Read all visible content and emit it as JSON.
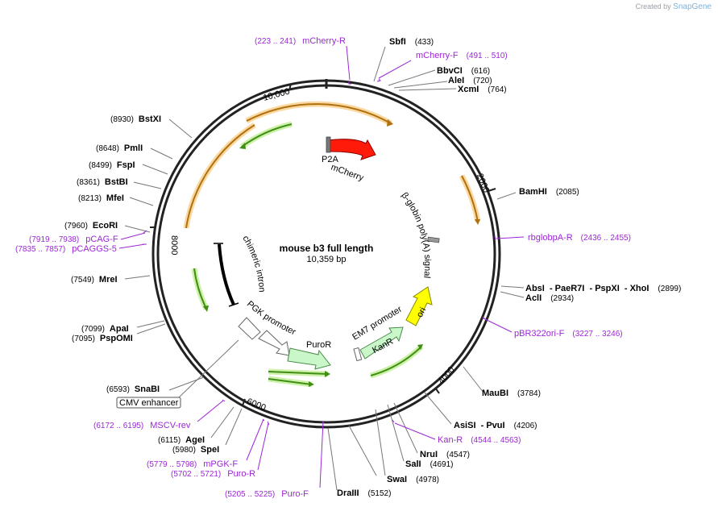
{
  "credit": {
    "prefix": "Created by",
    "brand": "SnapGene"
  },
  "plasmid": {
    "name": "mouse b3 full length",
    "size": "10,359 bp"
  },
  "ticks": [
    {
      "label": "10,000"
    },
    {
      "label": "2000"
    },
    {
      "label": "4000"
    },
    {
      "label": "6000"
    },
    {
      "label": "8000"
    }
  ],
  "features": {
    "p2a": "P2A",
    "mcherry": "mCherry",
    "bglobin": "β-globin poly(A) signal",
    "chimeric": "chimeric intron",
    "pgk": "PGK promoter",
    "puror": "PuroR",
    "em7": "EM7 promoter",
    "kanr": "KanR",
    "ori": "ori",
    "cmv": "CMV enhancer"
  },
  "enzymes": [
    {
      "name": "SbfI",
      "pos": "(433)"
    },
    {
      "name": "BbvCI",
      "pos": "(616)"
    },
    {
      "name": "AleI",
      "pos": "(720)"
    },
    {
      "name": "XcmI",
      "pos": "(764)"
    },
    {
      "name": "BamHI",
      "pos": "(2085)"
    },
    {
      "name": "AbsI  - PaeR7I  - PspXI  - XhoI",
      "pos": "(2899)"
    },
    {
      "name": "AclI",
      "pos": "(2934)"
    },
    {
      "name": "MauBI",
      "pos": "(3784)"
    },
    {
      "name": "AsiSI  - PvuI",
      "pos": "(4206)"
    },
    {
      "name": "NruI",
      "pos": "(4547)"
    },
    {
      "name": "SalI",
      "pos": "(4691)"
    },
    {
      "name": "SwaI",
      "pos": "(4978)"
    },
    {
      "name": "DraIII",
      "pos": "(5152)"
    },
    {
      "name": "SpeI",
      "pos": "(5980)"
    },
    {
      "name": "AgeI",
      "pos": "(6115)"
    },
    {
      "name": "SnaBI",
      "pos": "(6593)"
    },
    {
      "name": "PspOMI",
      "pos": "(7095)"
    },
    {
      "name": "ApaI",
      "pos": "(7099)"
    },
    {
      "name": "MreI",
      "pos": "(7549)"
    },
    {
      "name": "EcoRI",
      "pos": "(7960)"
    },
    {
      "name": "MfeI",
      "pos": "(8213)"
    },
    {
      "name": "BstBI",
      "pos": "(8361)"
    },
    {
      "name": "FspI",
      "pos": "(8499)"
    },
    {
      "name": "PmlI",
      "pos": "(8648)"
    },
    {
      "name": "BstXI",
      "pos": "(8930)"
    }
  ],
  "primers": [
    {
      "name": "mCherry-R",
      "pos": "(223 .. 241)"
    },
    {
      "name": "mCherry-F",
      "pos": "(491 .. 510)"
    },
    {
      "name": "rbglobpA-R",
      "pos": "(2436 .. 2455)"
    },
    {
      "name": "pBR322ori-F",
      "pos": "(3227 .. 3246)"
    },
    {
      "name": "Kan-R",
      "pos": "(4544 .. 4563)"
    },
    {
      "name": "Puro-F",
      "pos": "(5205 .. 5225)"
    },
    {
      "name": "Puro-R",
      "pos": "(5702 .. 5721)"
    },
    {
      "name": "mPGK-F",
      "pos": "(5779 .. 5798)"
    },
    {
      "name": "MSCV-rev",
      "pos": "(6172 .. 6195)"
    },
    {
      "name": "pCAG-F",
      "pos": "(7919 .. 7938)"
    },
    {
      "name": "pCAGGS-5",
      "pos": "(7835 .. 7857)"
    }
  ],
  "colors": {
    "backbone": "#222222",
    "orange": "#b0700e",
    "orange_glow": "#f8d08a",
    "green": "#3f8f14",
    "green_glow": "#c8f0a0",
    "mcherry": "#ff1a0a",
    "ori": "#ffff00",
    "resistance": "#c9f7c9",
    "primer": "#9c27d6"
  }
}
